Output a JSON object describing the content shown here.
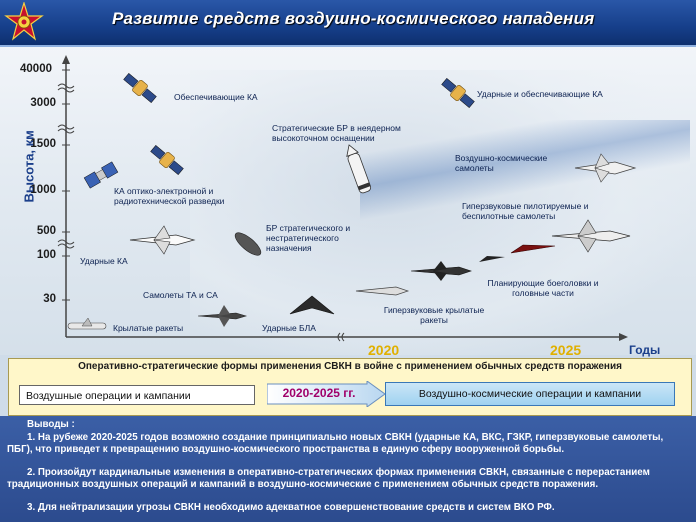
{
  "title": "Развитие средств  воздушно-космического нападения",
  "chart_data": {
    "type": "diagram",
    "ylabel": "Высота, км",
    "xlabel": "Годы",
    "y_ticks": [
      "40000",
      "3000",
      "1500",
      "1000",
      "500",
      "100",
      "30"
    ],
    "x_ticks": [
      "2020",
      "2025"
    ],
    "items": [
      {
        "label": "Обеспечивающие КА"
      },
      {
        "label": "Ударные и обеспечивающие КА"
      },
      {
        "label": "Стратегические БР в неядерном высокоточном оснащении"
      },
      {
        "label": "Воздушно-космические самолеты"
      },
      {
        "label": "КА оптико-электронной и радиотехнической разведки"
      },
      {
        "label": "Гиперзвуковые пилотируемые и беспилотные самолеты"
      },
      {
        "label": "БР стратегического и нестратегического назначения"
      },
      {
        "label": "Ударные КА"
      },
      {
        "label": "Планирующие боеголовки и головные части"
      },
      {
        "label": "Самолеты ТА и СА"
      },
      {
        "label": "Гиперзвуковые крылатые ракеты"
      },
      {
        "label": "Крылатые ракеты"
      },
      {
        "label": "Ударные БЛА"
      }
    ]
  },
  "panel": {
    "heading": "Оперативно-стратегические формы применения СВКН в войне с применением обычных средств поражения",
    "left_box": "Воздушные  операции  и кампании",
    "period": "2020-2025 гг.",
    "right_box": "Воздушно-космические  операции  и кампании"
  },
  "conclusions": {
    "heading": "Выводы :",
    "p1": "1. На рубеже 2020-2025 годов возможно создание принципиально новых СВКН  (ударные КА, ВКС, ГЗКР, гиперзвуковые самолеты, ПБГ), что приведет к превращению воздушно-космического пространства в единую сферу вооруженной борьбы.",
    "p2": "2.  Произойдут кардинальные изменения в оперативно-стратегических формах применения СВКН, связанные с перерастанием традиционных воздушных операций и кампаний в воздушно-космические с применением обычных средств поражения.",
    "p3": "3.  Для  нейтрализации угрозы СВКН необходимо адекватное совершенствование средств и систем ВКО РФ."
  },
  "colors": {
    "title_bar": "#163f8a",
    "axis": "#1b3f8b",
    "year": "#e0b000",
    "panel": "#fff7c9",
    "period": "#a0006a",
    "conclusions_bg": "#2c4b8e"
  }
}
